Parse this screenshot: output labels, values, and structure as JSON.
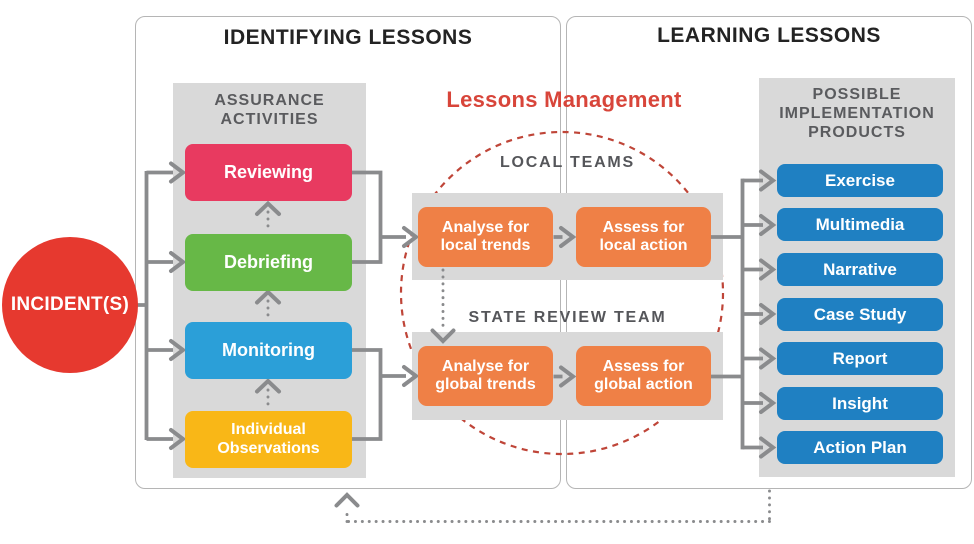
{
  "colors": {
    "incident_red": "#e6392f",
    "reviewing_pink": "#e83a60",
    "debriefing_green": "#67b847",
    "monitoring_blue": "#2b9fd8",
    "observations_yellow": "#f9b717",
    "step_orange": "#ef8046",
    "product_blue": "#1f80c2",
    "panel_border_gray": "#b5b5b5",
    "box_gray": "#d9d9d9",
    "connector_gray": "#8a8b8d",
    "heading_dark": "#232323",
    "subheading_gray": "#5a5b5e",
    "management_red": "#d8453a",
    "dashed_circle_red": "#bf4538"
  },
  "incident": {
    "label": "INCIDENT(S)"
  },
  "identifying": {
    "title": "IDENTIFYING LESSONS",
    "assurance": {
      "title": "ASSURANCE ACTIVITIES",
      "items": [
        {
          "label": "Reviewing"
        },
        {
          "label": "Debriefing"
        },
        {
          "label": "Monitoring"
        },
        {
          "label": "Individual Observations"
        }
      ]
    }
  },
  "management": {
    "title": "Lessons Management",
    "local": {
      "team_label": "LOCAL TEAMS",
      "steps": [
        {
          "label": "Analyse for local trends"
        },
        {
          "label": "Assess for local action"
        }
      ]
    },
    "state": {
      "team_label": "STATE REVIEW TEAM",
      "steps": [
        {
          "label": "Analyse for global trends"
        },
        {
          "label": "Assess for global action"
        }
      ]
    }
  },
  "learning": {
    "title": "LEARNING LESSONS",
    "products": {
      "title": "POSSIBLE IMPLEMENTATION PRODUCTS",
      "items": [
        {
          "label": "Exercise"
        },
        {
          "label": "Multimedia"
        },
        {
          "label": "Narrative"
        },
        {
          "label": "Case Study"
        },
        {
          "label": "Report"
        },
        {
          "label": "Insight"
        },
        {
          "label": "Action Plan"
        }
      ]
    }
  }
}
